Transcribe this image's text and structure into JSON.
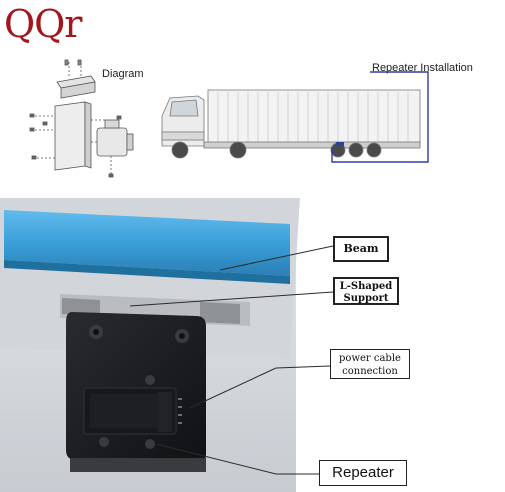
{
  "logo": {
    "text": "QQr",
    "color": "#a3151a"
  },
  "top": {
    "diagram_label": "Diagram",
    "repeater_install_label": "Repeater Installation"
  },
  "callouts": {
    "beam": "Beam",
    "l_support_line1": "L-Shaped",
    "l_support_line2": "Support",
    "power_line1": "power cable",
    "power_line2": "connection",
    "repeater": "Repeater"
  },
  "colors": {
    "beam": "#3a9fd8",
    "accent_line": "#2f3f9e",
    "plate": "#1b1c1f"
  }
}
